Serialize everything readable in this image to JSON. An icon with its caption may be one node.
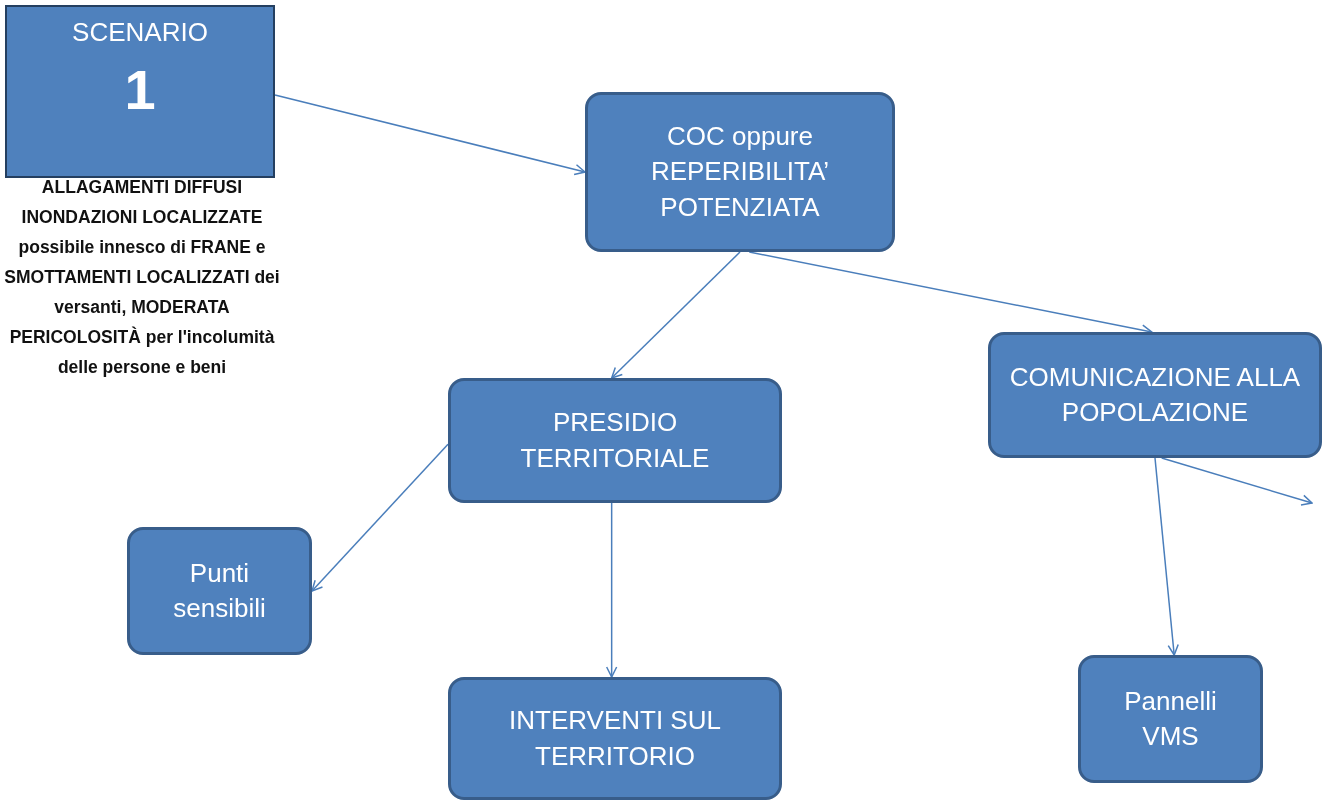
{
  "diagram": {
    "nodes": [
      {
        "text": [
          "SCENARIO",
          "1"
        ],
        "beside": [
          "ALLAGAMENTI DIFFUSI INONDAZIONI LOCALIZZATE possibile innesco di FRANE e SMOTTAMENTI LOCALIZZATI dei versanti, MODERATA PERICOLOSITÀ per l'incolumità delle persone e beni"
        ]
      },
      {
        "text": [
          "COC oppure REPERIBILITA’ POTENZIATA"
        ]
      },
      {
        "text": [
          "PRESIDIO TERRITORIALE"
        ]
      },
      {
        "text": [
          "COMUNICAZIONE ALLA POPOLAZIONE"
        ]
      },
      {
        "text": [
          "Punti sensibili"
        ]
      },
      {
        "text": [
          "INTERVENTI SUL TERRITORIO"
        ]
      },
      {
        "text": [
          "Pannelli VMS"
        ]
      }
    ],
    "edges": [
      {
        "from": 0,
        "to": 1,
        "arrow": "to"
      },
      {
        "from": 1,
        "to": 2,
        "arrow": "to"
      },
      {
        "from": 1,
        "to": 3,
        "arrow": "to"
      },
      {
        "from": 2,
        "to": 4,
        "arrow": "to"
      },
      {
        "from": 2,
        "to": 5,
        "arrow": "to"
      },
      {
        "from": 3,
        "to": 6,
        "arrow": "to"
      },
      {
        "from": 3,
        "to": null,
        "arrow": "to"
      }
    ]
  }
}
